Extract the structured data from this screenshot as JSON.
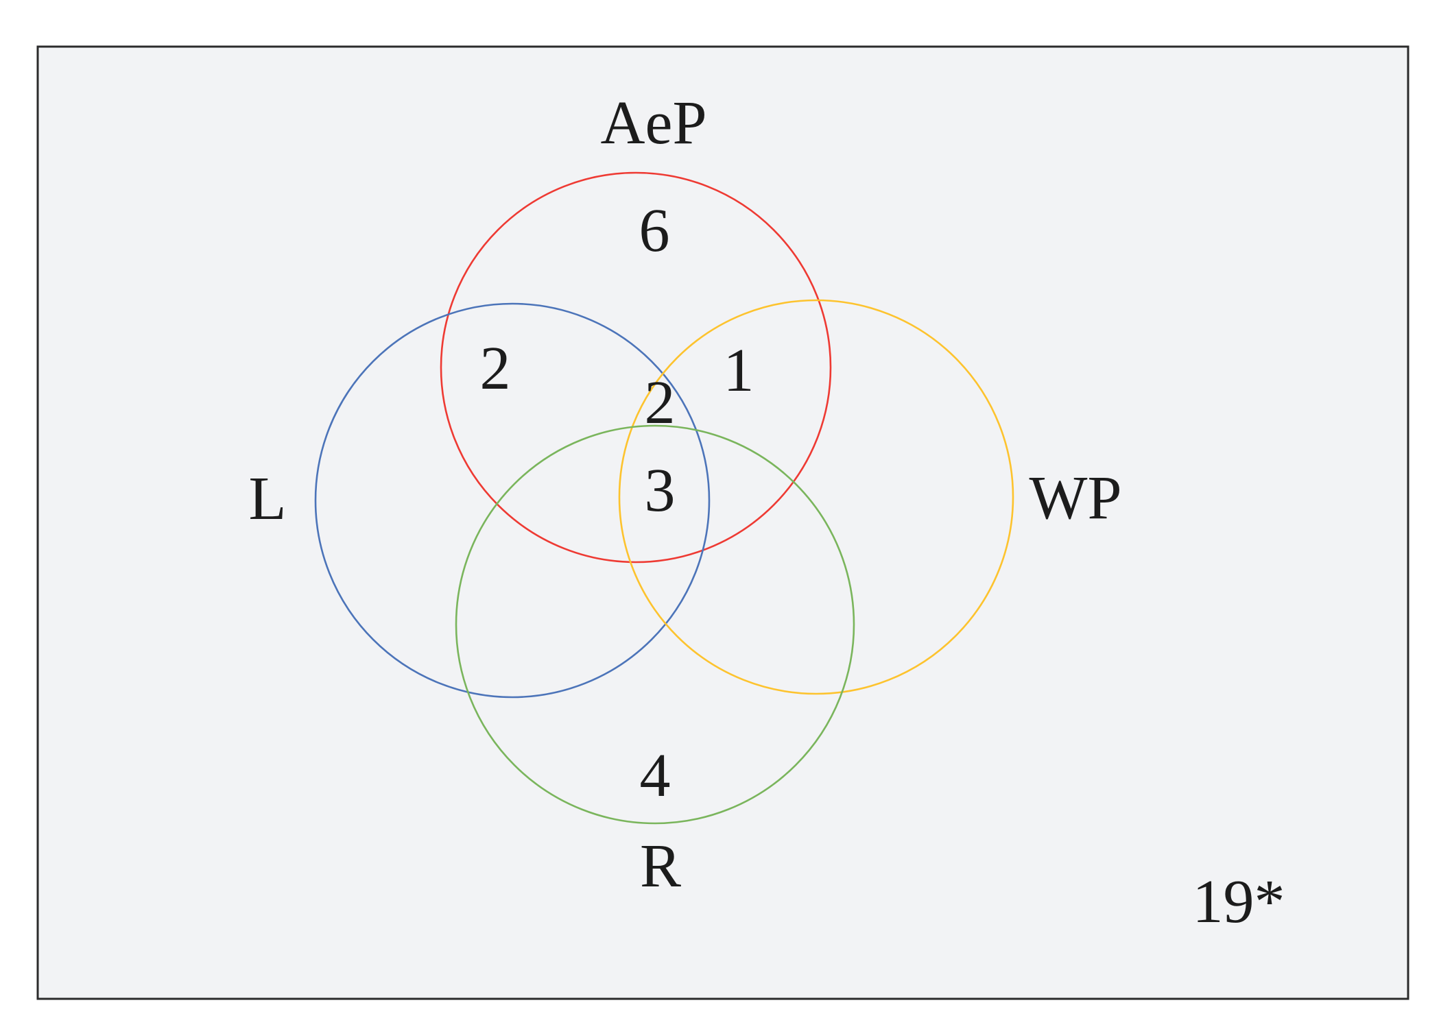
{
  "figure": {
    "type": "venn-diagram",
    "panel_bg": "#f2f3f5",
    "frame_color": "#2b2b2b",
    "page_bg": "#ffffff",
    "text_color": "#1c1c1c"
  },
  "colors": {
    "aep": "#ee3a33",
    "l": "#4c74b9",
    "wp": "#fdc32e",
    "r": "#7ab55c"
  },
  "labels": {
    "aep": "AeP",
    "l": "L",
    "wp": "WP",
    "r": "R"
  },
  "counts": {
    "aep_only": "6",
    "aep_l": "2",
    "aep_wp": "1",
    "aep_l_wp": "2",
    "all_four": "3",
    "r_only": "4",
    "outside": "19*"
  },
  "chart_data": {
    "type": "venn",
    "sets": [
      "AeP",
      "L",
      "WP",
      "R"
    ],
    "set_colors": {
      "AeP": "#ee3a33",
      "L": "#4c74b9",
      "WP": "#fdc32e",
      "R": "#7ab55c"
    },
    "regions": [
      {
        "sets": [
          "AeP"
        ],
        "value": 6
      },
      {
        "sets": [
          "AeP",
          "L"
        ],
        "value": 2
      },
      {
        "sets": [
          "AeP",
          "WP"
        ],
        "value": 1
      },
      {
        "sets": [
          "AeP",
          "L",
          "WP"
        ],
        "value": 2
      },
      {
        "sets": [
          "AeP",
          "L",
          "WP",
          "R"
        ],
        "value": 3
      },
      {
        "sets": [
          "R"
        ],
        "value": 4
      },
      {
        "sets": [],
        "value": "19*",
        "note": "count outside all circles, shown bottom-right with asterisk"
      }
    ]
  }
}
